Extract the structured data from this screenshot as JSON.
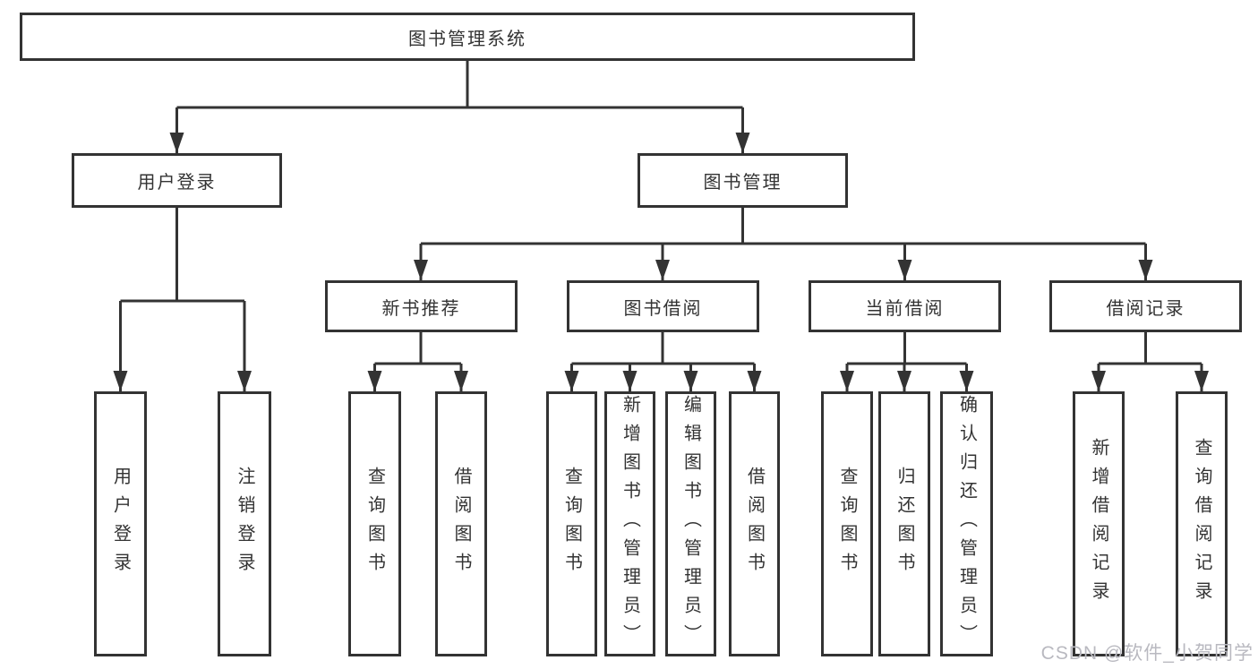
{
  "tree": {
    "root": {
      "label": "图书管理系统"
    },
    "branches": [
      {
        "label": "用户登录",
        "children": [
          {
            "label": "用户登录"
          },
          {
            "label": "注销登录"
          }
        ]
      },
      {
        "label": "图书管理",
        "children": [
          {
            "label": "新书推荐",
            "children": [
              {
                "label": "查询图书"
              },
              {
                "label": "借阅图书"
              }
            ]
          },
          {
            "label": "图书借阅",
            "children": [
              {
                "label": "查询图书"
              },
              {
                "label": "新增图书（管理员）"
              },
              {
                "label": "编辑图书（管理员）"
              },
              {
                "label": "借阅图书"
              }
            ]
          },
          {
            "label": "当前借阅",
            "children": [
              {
                "label": "查询图书"
              },
              {
                "label": "归还图书"
              },
              {
                "label": "确认归还（管理员）"
              }
            ]
          },
          {
            "label": "借阅记录",
            "children": [
              {
                "label": "新增借阅记录"
              },
              {
                "label": "查询借阅记录"
              }
            ]
          }
        ]
      }
    ]
  },
  "watermark": "CSDN @软件_小贺同学",
  "colors": {
    "line": "#333333",
    "box_border": "#333333",
    "text": "#333333",
    "watermark": "#b9b9c0",
    "background": "#ffffff"
  }
}
